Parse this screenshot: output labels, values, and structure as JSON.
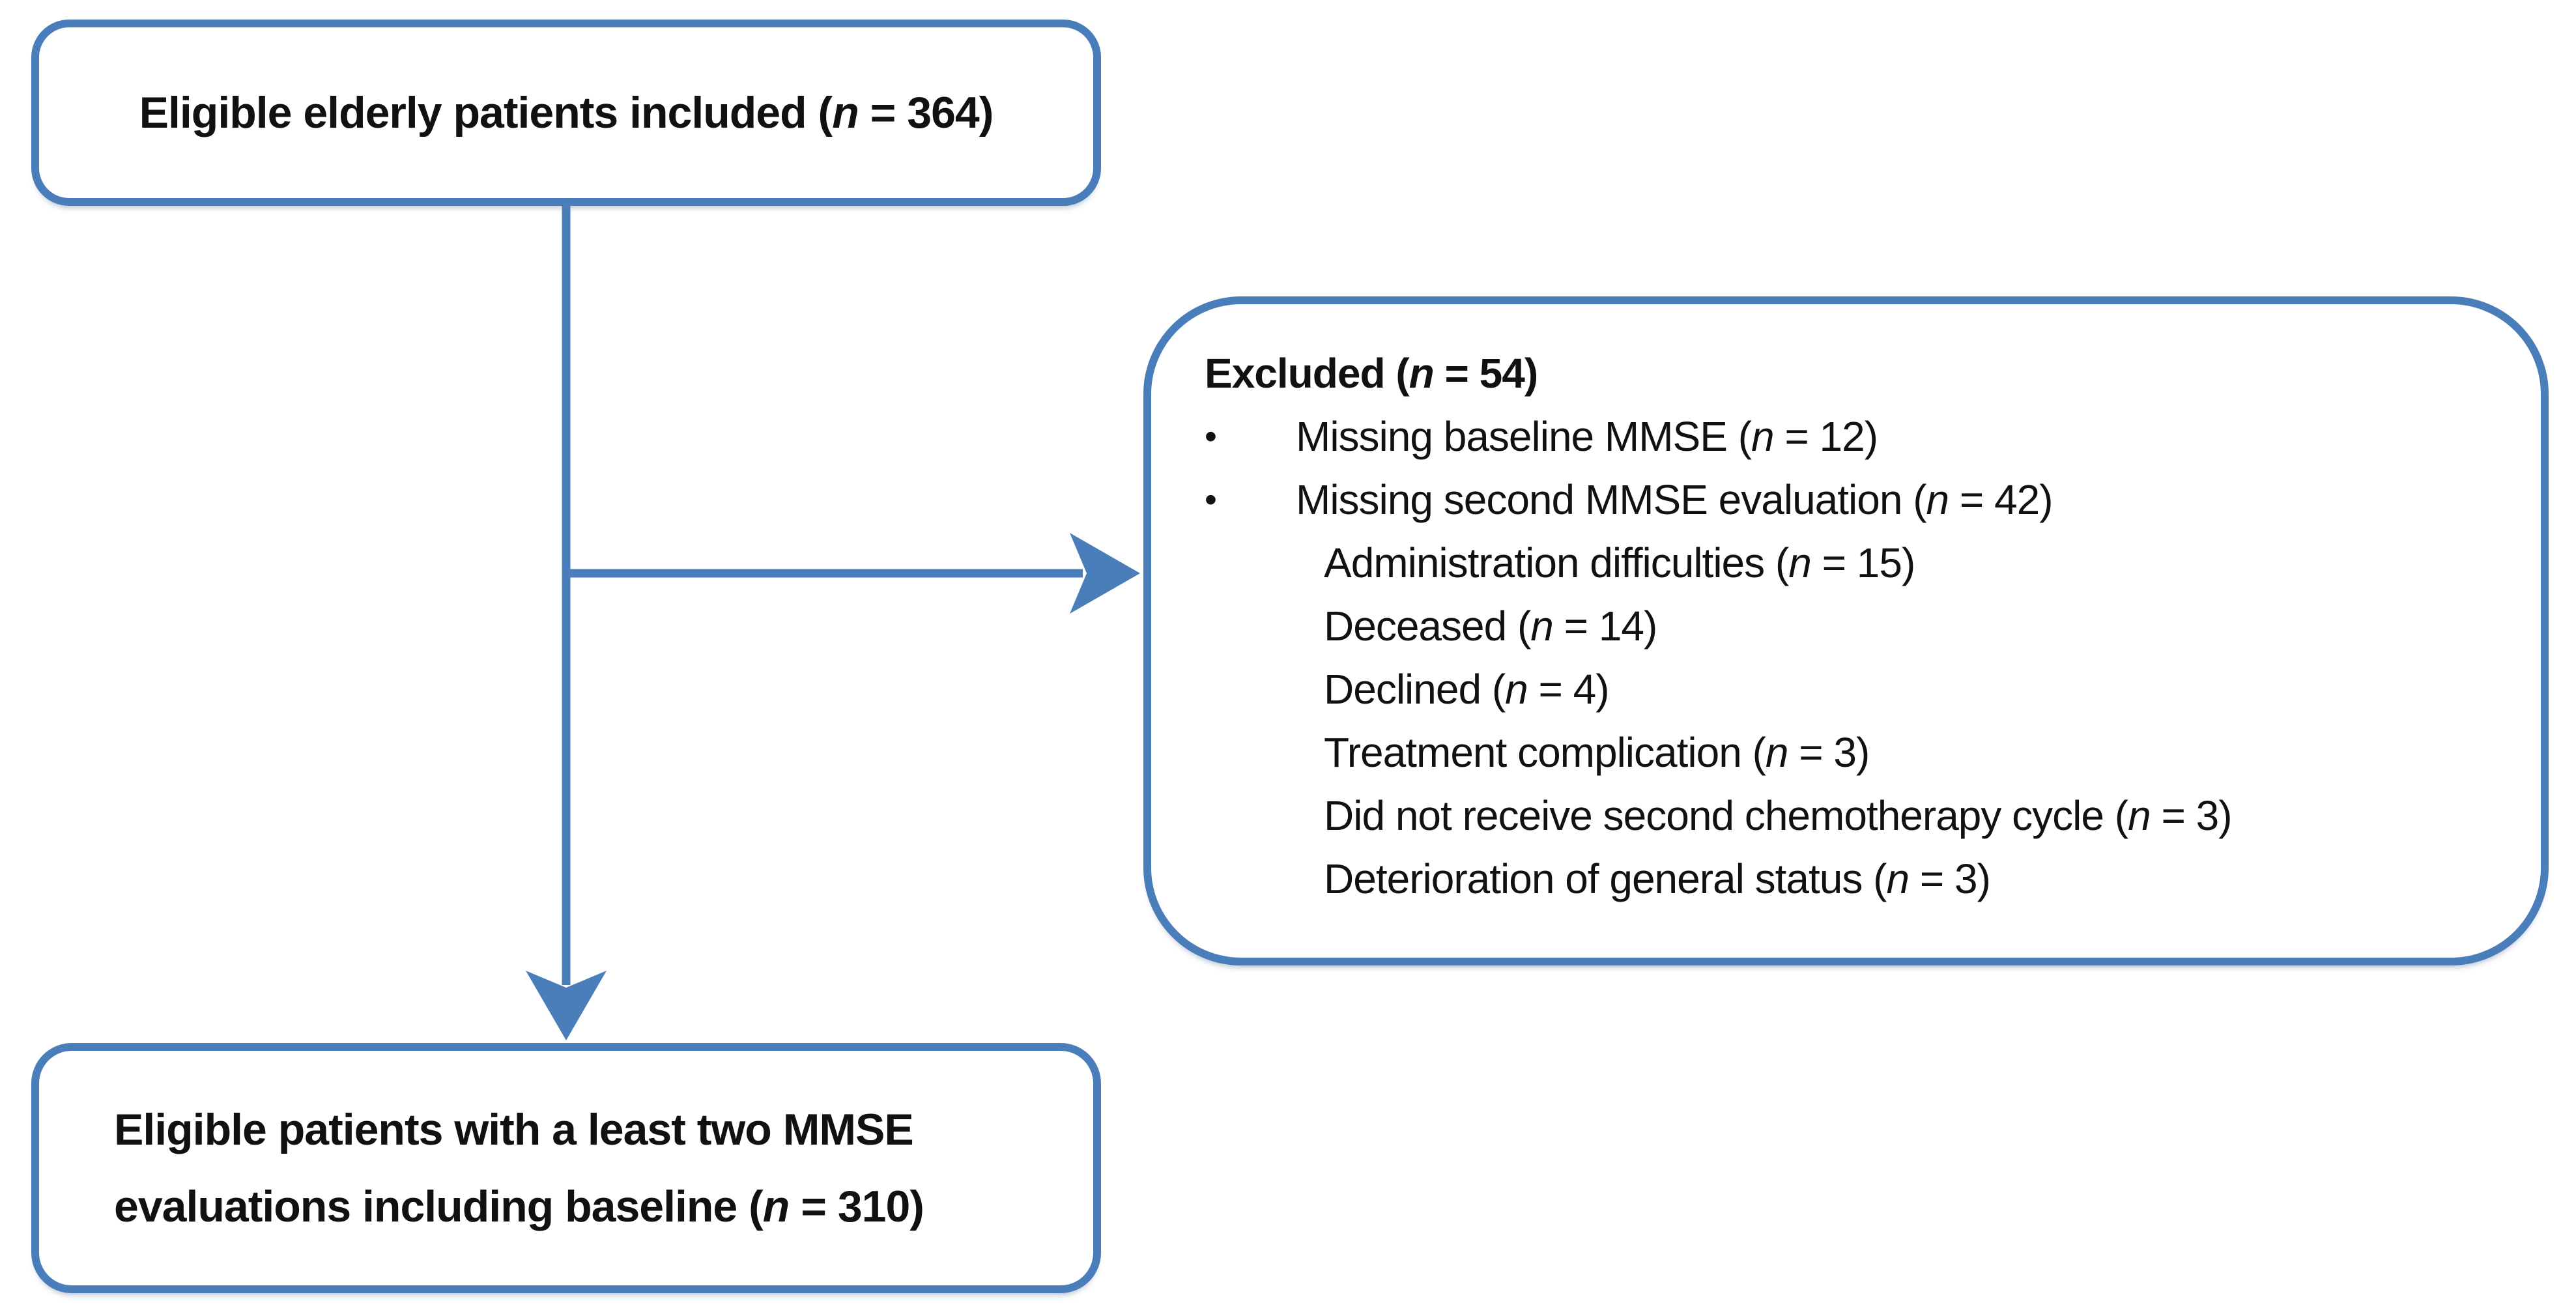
{
  "colors": {
    "accent": "#4a7ebb",
    "text": "#111111",
    "background": "#ffffff"
  },
  "top_box": {
    "pre": "Eligible elderly patients included (",
    "n_var": "n",
    "post": " = 364)"
  },
  "excluded_box": {
    "bullet_glyph": "•",
    "heading": {
      "pre": "Excluded (",
      "n_var": "n",
      "post": " = 54)"
    },
    "bullets": [
      {
        "pre": "Missing baseline MMSE (",
        "n_var": "n",
        "post": " = 12)"
      },
      {
        "pre": "Missing second MMSE evaluation (",
        "n_var": "n",
        "post": " = 42)"
      }
    ],
    "sub_items": [
      {
        "pre": "Administration difficulties (",
        "n_var": "n",
        "post": " = 15)"
      },
      {
        "pre": "Deceased (",
        "n_var": "n",
        "post": " = 14)"
      },
      {
        "pre": "Declined (",
        "n_var": "n",
        "post": " = 4)"
      },
      {
        "pre": "Treatment complication (",
        "n_var": "n",
        "post": " = 3)"
      },
      {
        "pre": "Did not receive second chemotherapy cycle (",
        "n_var": "n",
        "post": " = 3)"
      },
      {
        "pre": "Deterioration of general status (",
        "n_var": "n",
        "post": " = 3)"
      }
    ]
  },
  "bottom_box": {
    "line1": "Eligible patients with a least two MMSE",
    "line2_pre": "evaluations including baseline (",
    "n_var": "n",
    "post": " = 310)"
  }
}
